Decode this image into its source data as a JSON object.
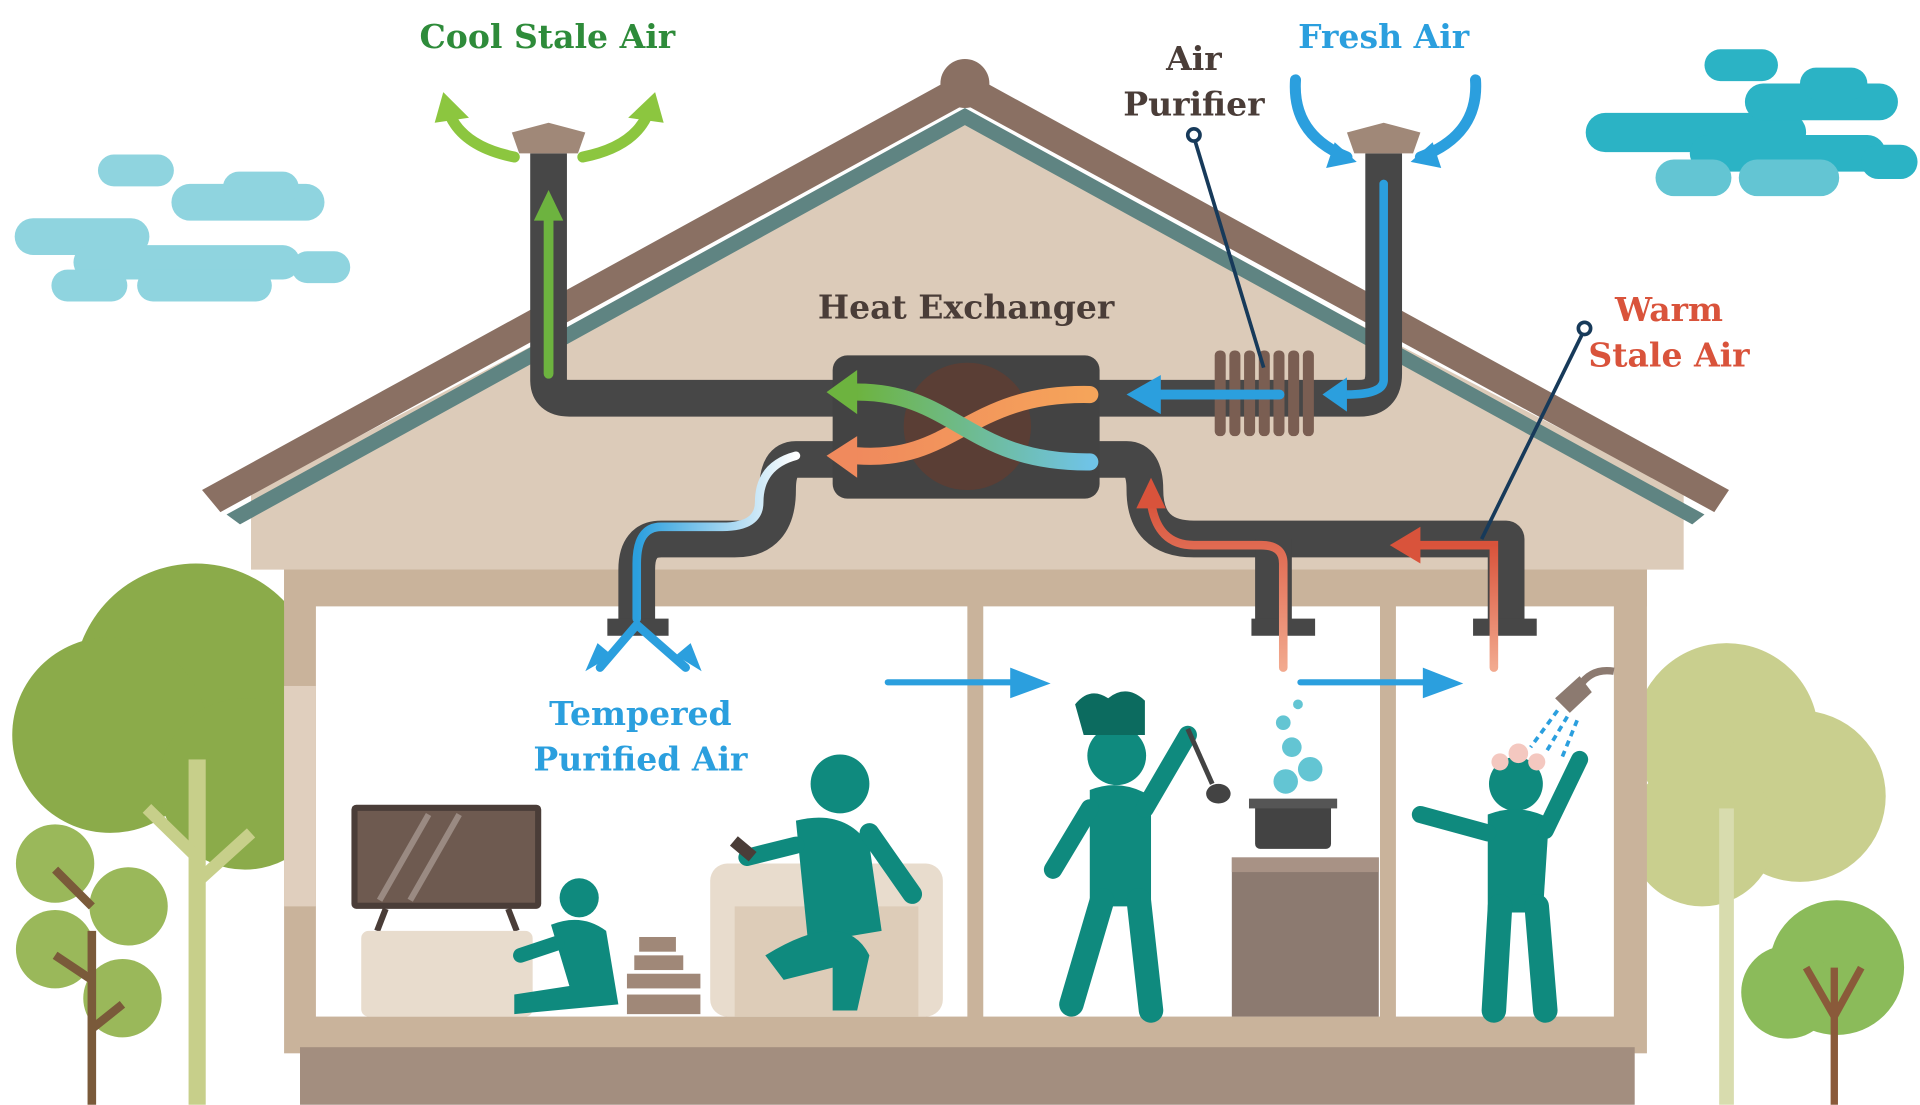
{
  "labels": {
    "cool_stale_air": "Cool Stale Air",
    "air_purifier_line1": "Air",
    "air_purifier_line2": "Purifier",
    "fresh_air": "Fresh Air",
    "heat_exchanger": "Heat Exchanger",
    "warm_stale_air_line1": "Warm",
    "warm_stale_air_line2": "Stale Air",
    "tempered_line1": "Tempered",
    "tempered_line2": "Purified Air"
  },
  "colors": {
    "cool_stale": "#6db33f",
    "fresh": "#2b9fde",
    "warm_stale": "#d9533b",
    "text_dark": "#4a3d38",
    "duct": "#474747",
    "roof": "#8a7063",
    "people": "#0f8a7e",
    "sky_light": "#8fd4df",
    "sky_dark": "#2bb3c5"
  }
}
